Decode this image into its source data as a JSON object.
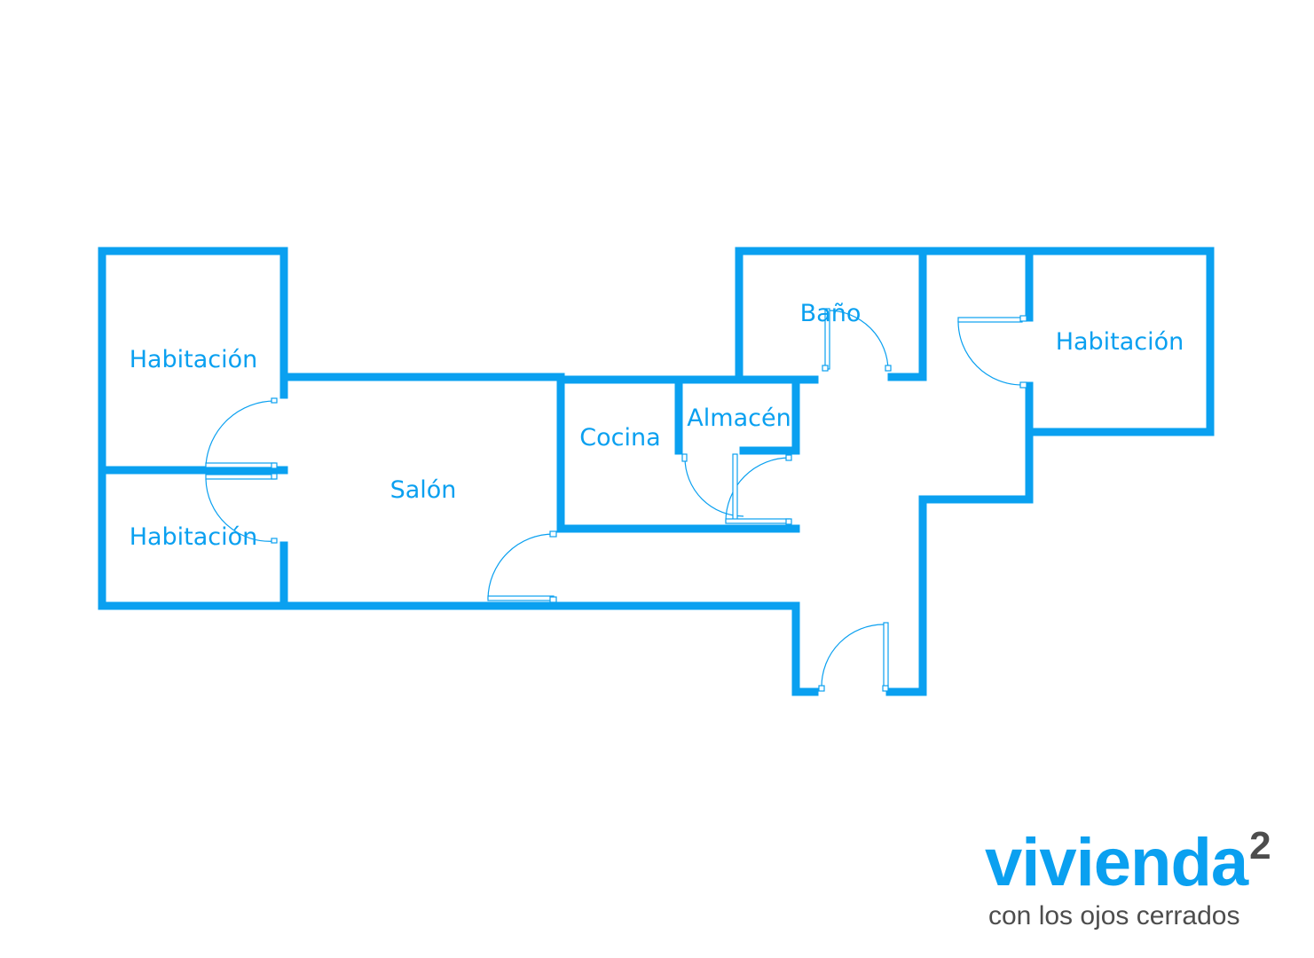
{
  "rooms": {
    "habitacion_1": "Habitación",
    "habitacion_2": "Habitación",
    "habitacion_3": "Habitación",
    "salon": "Salón",
    "cocina": "Cocina",
    "almacen": "Almacén",
    "bano": "Baño"
  },
  "brand": {
    "name": "vivienda",
    "superscript": "2",
    "tagline": "con los ojos cerrados"
  },
  "colors": {
    "walls": "#0aa0f0",
    "labels": "#0aa0f0",
    "brand_primary": "#0aa0f0",
    "brand_secondary": "#4d4d4d"
  }
}
